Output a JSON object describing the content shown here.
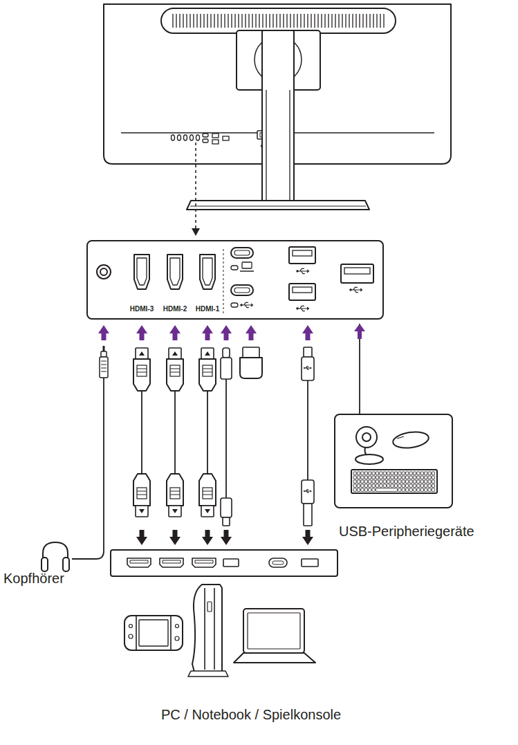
{
  "diagram": {
    "nodes": [
      {
        "text": [
          "HDMI-3",
          "HDMI-2",
          "HDMI-1"
        ]
      },
      {
        "text": [
          "USB-Peripheriegeräte"
        ]
      }
    ],
    "edges": [
      {
        "from": 1,
        "to": 0,
        "arrow": "to"
      }
    ],
    "labels": [
      "Kopfhörer",
      "PC / Notebook / Spielkonsole"
    ]
  }
}
